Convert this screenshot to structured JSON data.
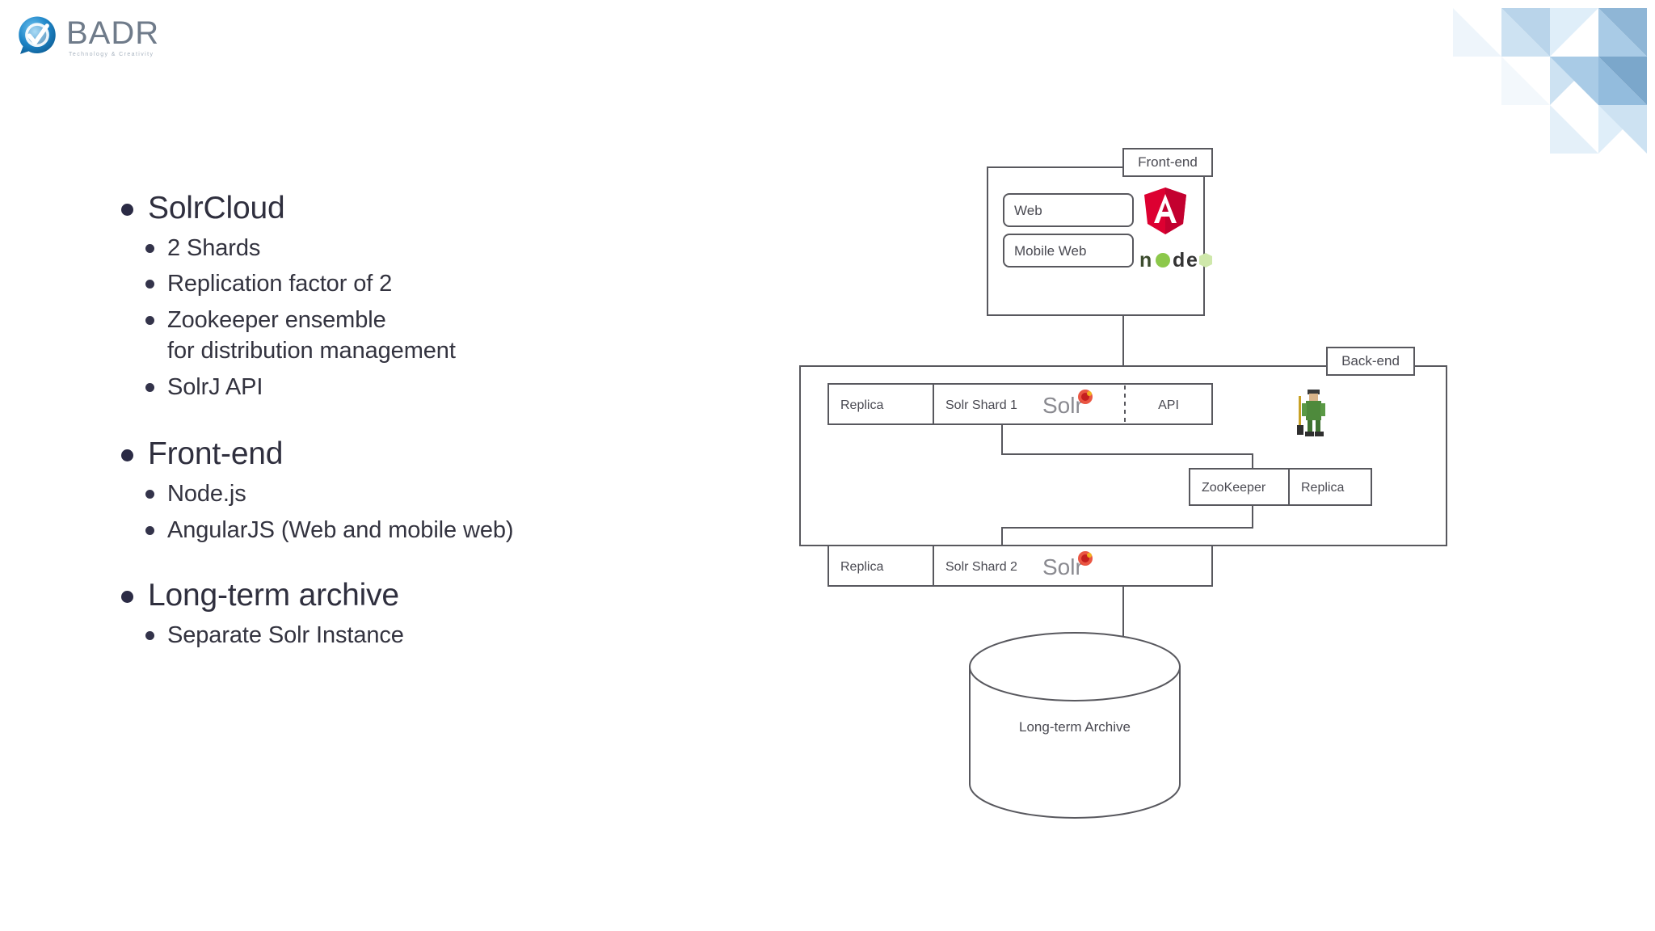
{
  "brand": {
    "name": "BADR",
    "tagline": "Technology & Creativity",
    "logo_icon": "check-circle-icon",
    "logo_color": "#1b7fc4",
    "wordmark_color": "#6f7b8a"
  },
  "deco": {
    "name": "triangle-pattern",
    "colors": [
      "#e8f1f9",
      "#cfe2f2",
      "#a9cbe6",
      "#8fb6d6",
      "#7ba7cb"
    ]
  },
  "slide": {
    "bullet_color": "#2b2b45",
    "groups": [
      {
        "title": "SolrCloud",
        "items": [
          "2 Shards",
          "Replication factor of 2",
          "Zookeeper ensemble\nfor distribution management",
          "SolrJ API"
        ]
      },
      {
        "title": "Front-end",
        "items": [
          "Node.js",
          "AngularJS (Web and mobile web)"
        ]
      },
      {
        "title": "Long-term archive",
        "items": [
          "Separate Solr Instance"
        ]
      }
    ]
  },
  "diagram": {
    "stroke_color": "#58585e",
    "frontend": {
      "label": "Front-end",
      "boxes": [
        "Web",
        "Mobile Web"
      ],
      "logos": [
        {
          "name": "angular-logo",
          "text": "A",
          "color": "#dd0031"
        },
        {
          "name": "nodejs-logo",
          "text": "node",
          "color": "#6cae3e"
        }
      ]
    },
    "backend": {
      "label": "Back-end",
      "rows": [
        {
          "replica": "Replica",
          "shard": "Solr Shard 1",
          "logo": "solr-logo",
          "api": "API"
        },
        {
          "replica": "Replica",
          "shard": "Solr Shard 2",
          "logo": "solr-logo",
          "api": ""
        }
      ],
      "zookeeper": {
        "label": "ZooKeeper",
        "replica": "Replica"
      },
      "mascot": "zookeeper-mascot-icon"
    },
    "archive": {
      "label": "Long-term Archive",
      "shape": "database-cylinder"
    },
    "solr_logo": {
      "text": "Solr",
      "text_color": "#77777d",
      "mark_color": "#d8232a"
    }
  }
}
